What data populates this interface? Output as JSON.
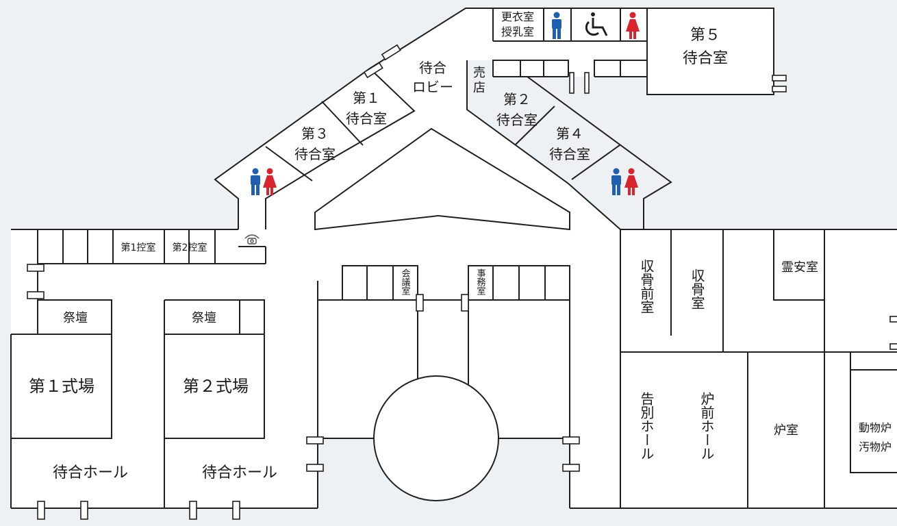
{
  "colors": {
    "background": "#eef1f4",
    "wall": "#1f1f1f",
    "floor": "#ffffff",
    "male": "#1f5fb0",
    "female": "#d8242c"
  },
  "labels": {
    "lobby": [
      "待合",
      "ロビー"
    ],
    "kiosk": [
      "売",
      "店"
    ],
    "changing": [
      "更衣室",
      "授乳室"
    ],
    "wait1": [
      "第１",
      "待合室"
    ],
    "wait2": [
      "第２",
      "待合室"
    ],
    "wait3": [
      "第３",
      "待合室"
    ],
    "wait4": [
      "第４",
      "待合室"
    ],
    "wait5": [
      "第５",
      "待合室"
    ],
    "ctrl1": "第1控室",
    "ctrl2": "第2控室",
    "altar": "祭壇",
    "hall1": "第１式場",
    "hall2": "第２式場",
    "waitHall": "待合ホール",
    "meeting": "会議室",
    "office": "事務室",
    "preBone": "収骨前室",
    "bone": "収骨室",
    "reian": "霊安室",
    "farewell": "告別ホール",
    "furnaceFront": "炉前ホール",
    "furnace": "炉室",
    "animal": [
      "動物炉",
      "汚物炉"
    ]
  },
  "icons": [
    "male-icon",
    "female-icon",
    "wheelchair-icon",
    "telephone-icon"
  ]
}
